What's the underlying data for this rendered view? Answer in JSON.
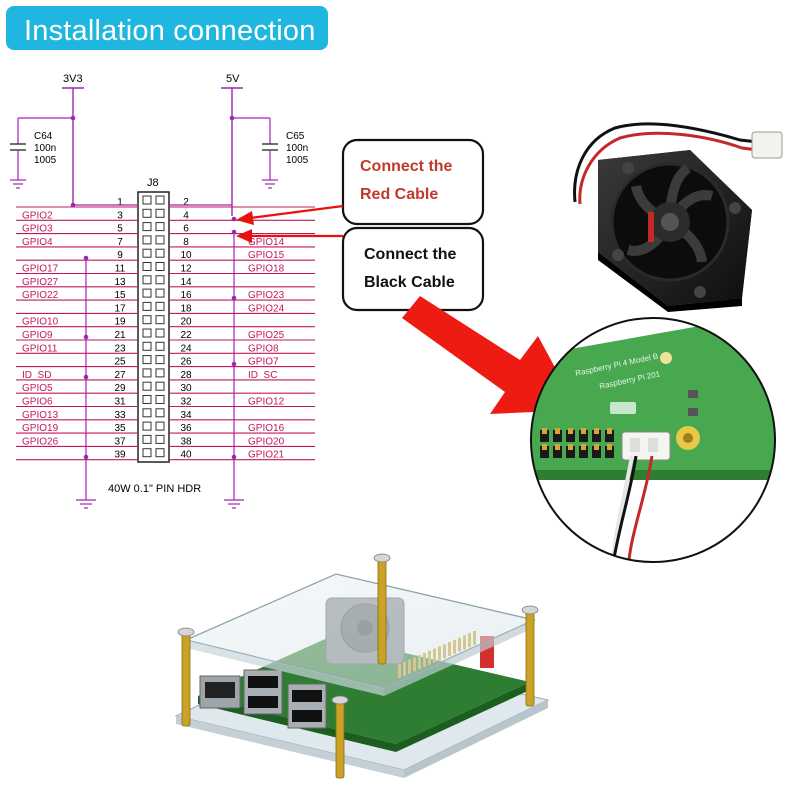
{
  "title": "Installation connection",
  "schematic": {
    "rail_3v3": "3V3",
    "rail_5v": "5V",
    "cap_left": {
      "name": "C64",
      "value": "100n",
      "size": "1005"
    },
    "cap_right": {
      "name": "C65",
      "value": "100n",
      "size": "1005"
    },
    "connector_name": "J8",
    "connector_caption": "40W 0.1\" PIN HDR",
    "left_pins": [
      "1",
      "3",
      "5",
      "7",
      "9",
      "11",
      "13",
      "15",
      "17",
      "19",
      "21",
      "23",
      "25",
      "27",
      "29",
      "31",
      "33",
      "35",
      "37",
      "39"
    ],
    "right_pins": [
      "2",
      "4",
      "6",
      "8",
      "10",
      "12",
      "14",
      "16",
      "18",
      "20",
      "22",
      "24",
      "26",
      "28",
      "30",
      "32",
      "34",
      "36",
      "38",
      "40"
    ],
    "left_signals": [
      "",
      "GPIO2",
      "GPIO3",
      "GPIO4",
      "",
      "GPIO17",
      "GPIO27",
      "GPIO22",
      "",
      "GPIO10",
      "GPIO9",
      "GPIO11",
      "",
      "ID_SD",
      "GPIO5",
      "GPIO6",
      "GPIO13",
      "GPIO19",
      "GPIO26",
      ""
    ],
    "right_signals": [
      "",
      "",
      "",
      "GPIO14",
      "GPIO15",
      "GPIO18",
      "",
      "GPIO23",
      "GPIO24",
      "",
      "GPIO25",
      "GPIO8",
      "GPIO7",
      "ID_SC",
      "",
      "GPIO12",
      "",
      "GPIO16",
      "GPIO20",
      "GPIO21"
    ]
  },
  "callouts": {
    "red": {
      "line1": "Connect the",
      "line2": "Red Cable",
      "color": "#c0392b"
    },
    "black": {
      "line1": "Connect the",
      "line2": "Black Cable",
      "color": "#111111"
    }
  },
  "board_silk": {
    "line1": "Raspberry Pi 4 Model B",
    "line2": "Raspberry Pi 201"
  },
  "colors": {
    "accent": "#1fb6e0",
    "schematic_line": "#c2185b",
    "wire": "#9c27b0",
    "arrow": "#e8120c"
  }
}
